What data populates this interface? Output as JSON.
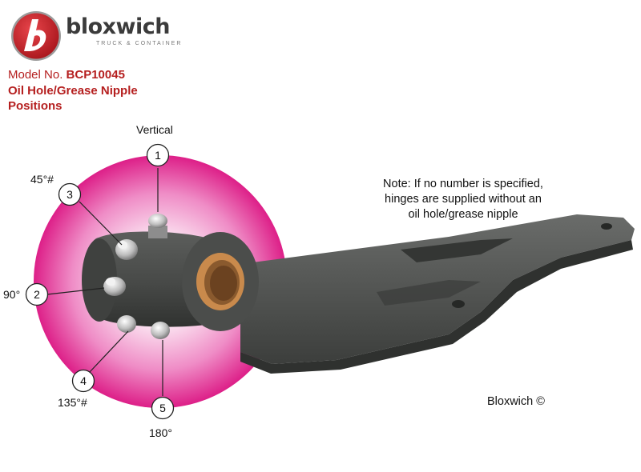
{
  "brand": {
    "name": "bloxwich",
    "tagline": "TRUCK & CONTAINER",
    "logo_icon": "bloxwich-b-logo-icon",
    "logo_color": "#c4232a"
  },
  "header": {
    "model_prefix": "Model No.",
    "model_number": "BCP10045",
    "title_line1": "Oil Hole/Grease Nipple",
    "title_line2": "Positions",
    "text_color": "#b51f1f"
  },
  "positions": [
    {
      "number": "1",
      "label": "Vertical"
    },
    {
      "number": "2",
      "label": "90°"
    },
    {
      "number": "3",
      "label": "45°#"
    },
    {
      "number": "4",
      "label": "135°#"
    },
    {
      "number": "5",
      "label": "180°"
    }
  ],
  "note": {
    "line1": "Note: If no number is specified,",
    "line2": "hinges are supplied without an",
    "line3": "oil hole/grease nipple"
  },
  "copyright": "Bloxwich ©",
  "colors": {
    "highlight_magenta": "#e0218a",
    "hinge_grey": "#4a4c4a",
    "bushing_bronze": "#c98a4c"
  }
}
